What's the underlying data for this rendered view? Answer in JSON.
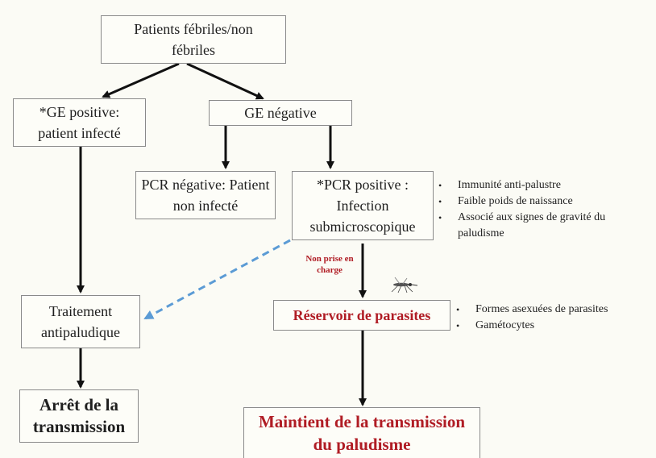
{
  "boxes": {
    "top": "Patients fébriles/non fébriles",
    "ge_positive": "*GE positive: patient infecté",
    "ge_negative": "GE négative",
    "pcr_negative": "PCR négative: Patient non infecté",
    "pcr_positive": "*PCR positive : Infection submicroscopique",
    "treatment": "Traitement antipaludique",
    "stop": "Arrêt de la transmission",
    "reservoir": "Réservoir de parasites",
    "maintain": "Maintient de la transmission du paludisme"
  },
  "labels": {
    "non_prise": "Non prise en charge"
  },
  "lists": {
    "pcr_effects": [
      "Immunité anti-palustre",
      "Faible poids de naissance",
      "Associé aux signes de gravité du paludisme"
    ],
    "reservoir_forms": [
      "Formes asexuées de parasites",
      "Gamétocytes"
    ]
  },
  "colors": {
    "accent_red": "#b01c24",
    "dashed_arrow": "#5b9bd5",
    "arrow": "#111111"
  },
  "icons": [
    "mosquito-icon"
  ]
}
